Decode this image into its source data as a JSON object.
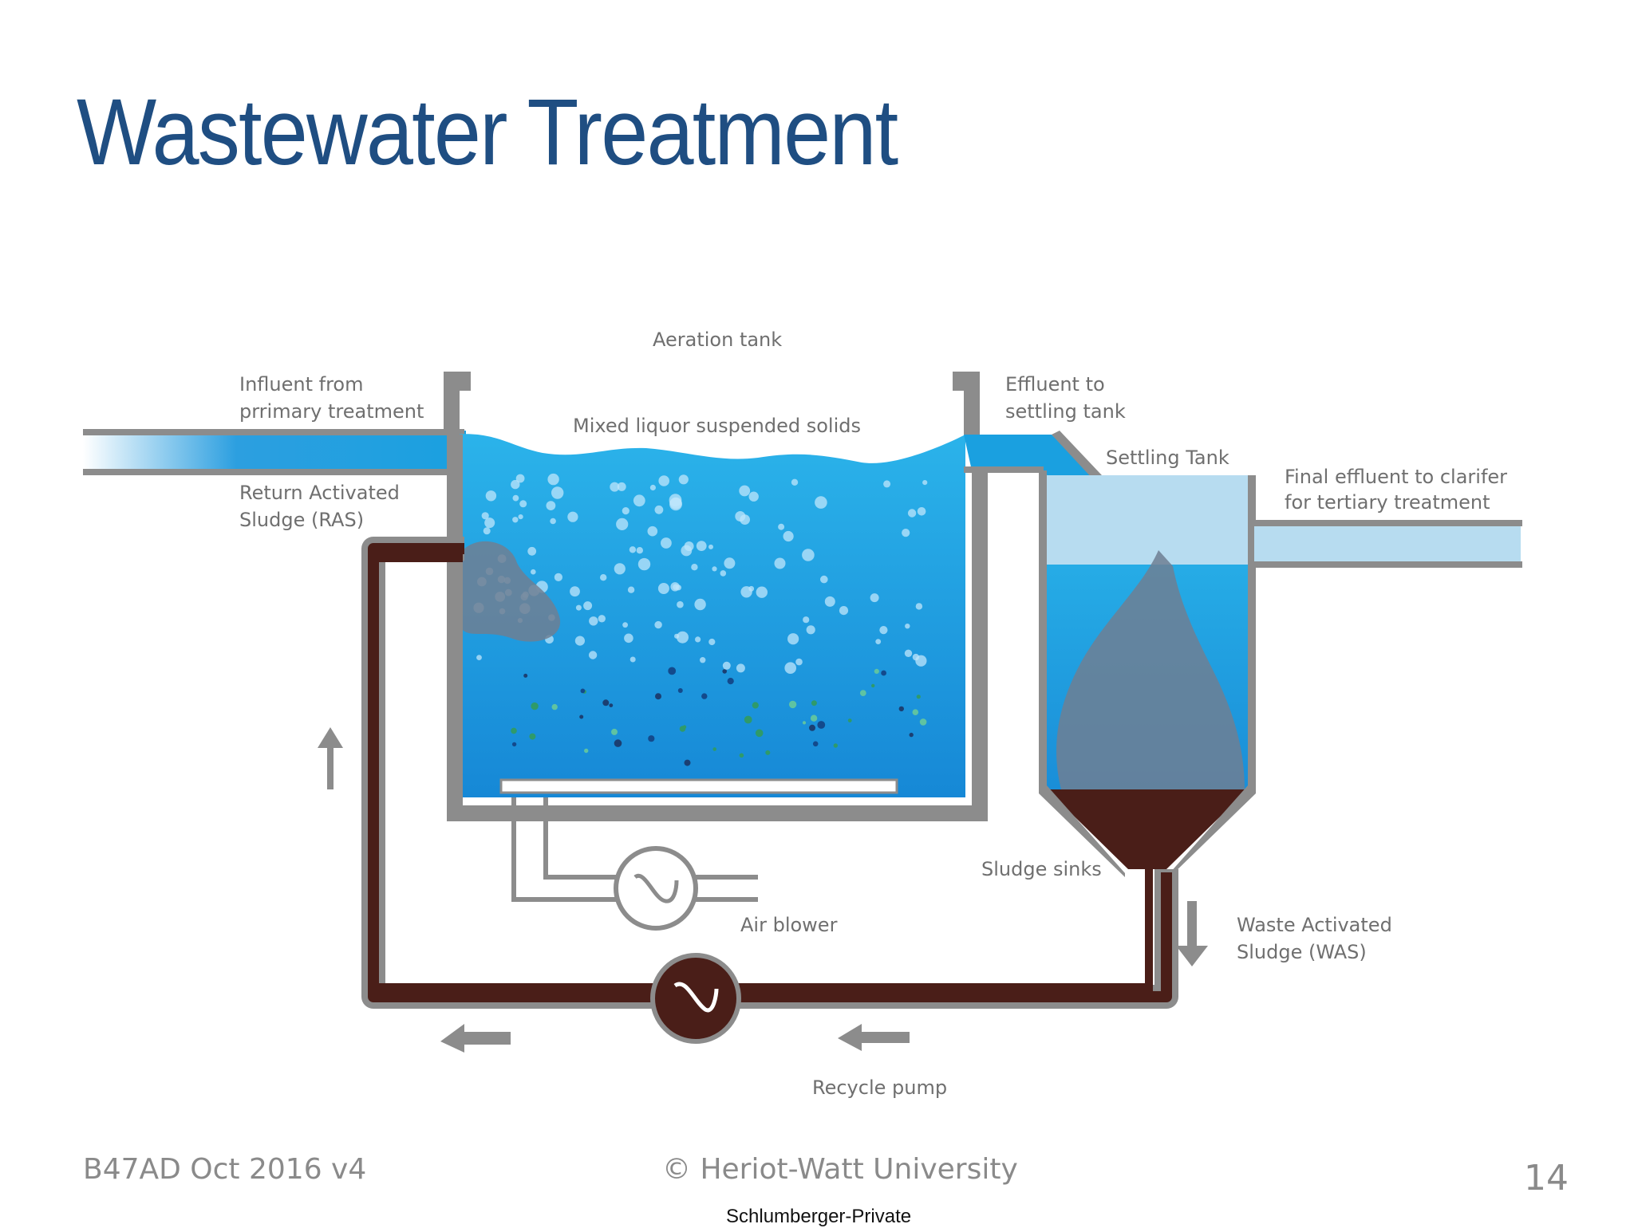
{
  "slide": {
    "title": "Wastewater Treatment",
    "footer_left": "B47AD Oct 2016 v4",
    "footer_center": "© Heriot-Watt University",
    "page_number": "14",
    "classification": "Schlumberger-Private"
  },
  "diagram": {
    "labels": {
      "aeration_tank": "Aeration tank",
      "influent_line1": "Influent from",
      "influent_line2": "prrimary treatment",
      "mixed_liquor": "Mixed liquor suspended solids",
      "effluent_line1": "Effluent to",
      "effluent_line2": "settling tank",
      "settling_tank": "Settling Tank",
      "final_line1": "Final effluent to clarifer",
      "final_line2": "for tertiary treatment",
      "ras_line1": "Return Activated",
      "ras_line2": "Sludge (RAS)",
      "sludge_sinks": "Sludge sinks",
      "air_blower": "Air blower",
      "was_line1": "Waste Activated",
      "was_line2": "Sludge (WAS)",
      "recycle_pump": "Recycle pump"
    },
    "colors": {
      "water": "#1aa0e0",
      "water_light": "#b7dcf0",
      "pipe_gray": "#8c8c8c",
      "sludge": "#4a1e18",
      "title": "#1f4e82"
    }
  }
}
